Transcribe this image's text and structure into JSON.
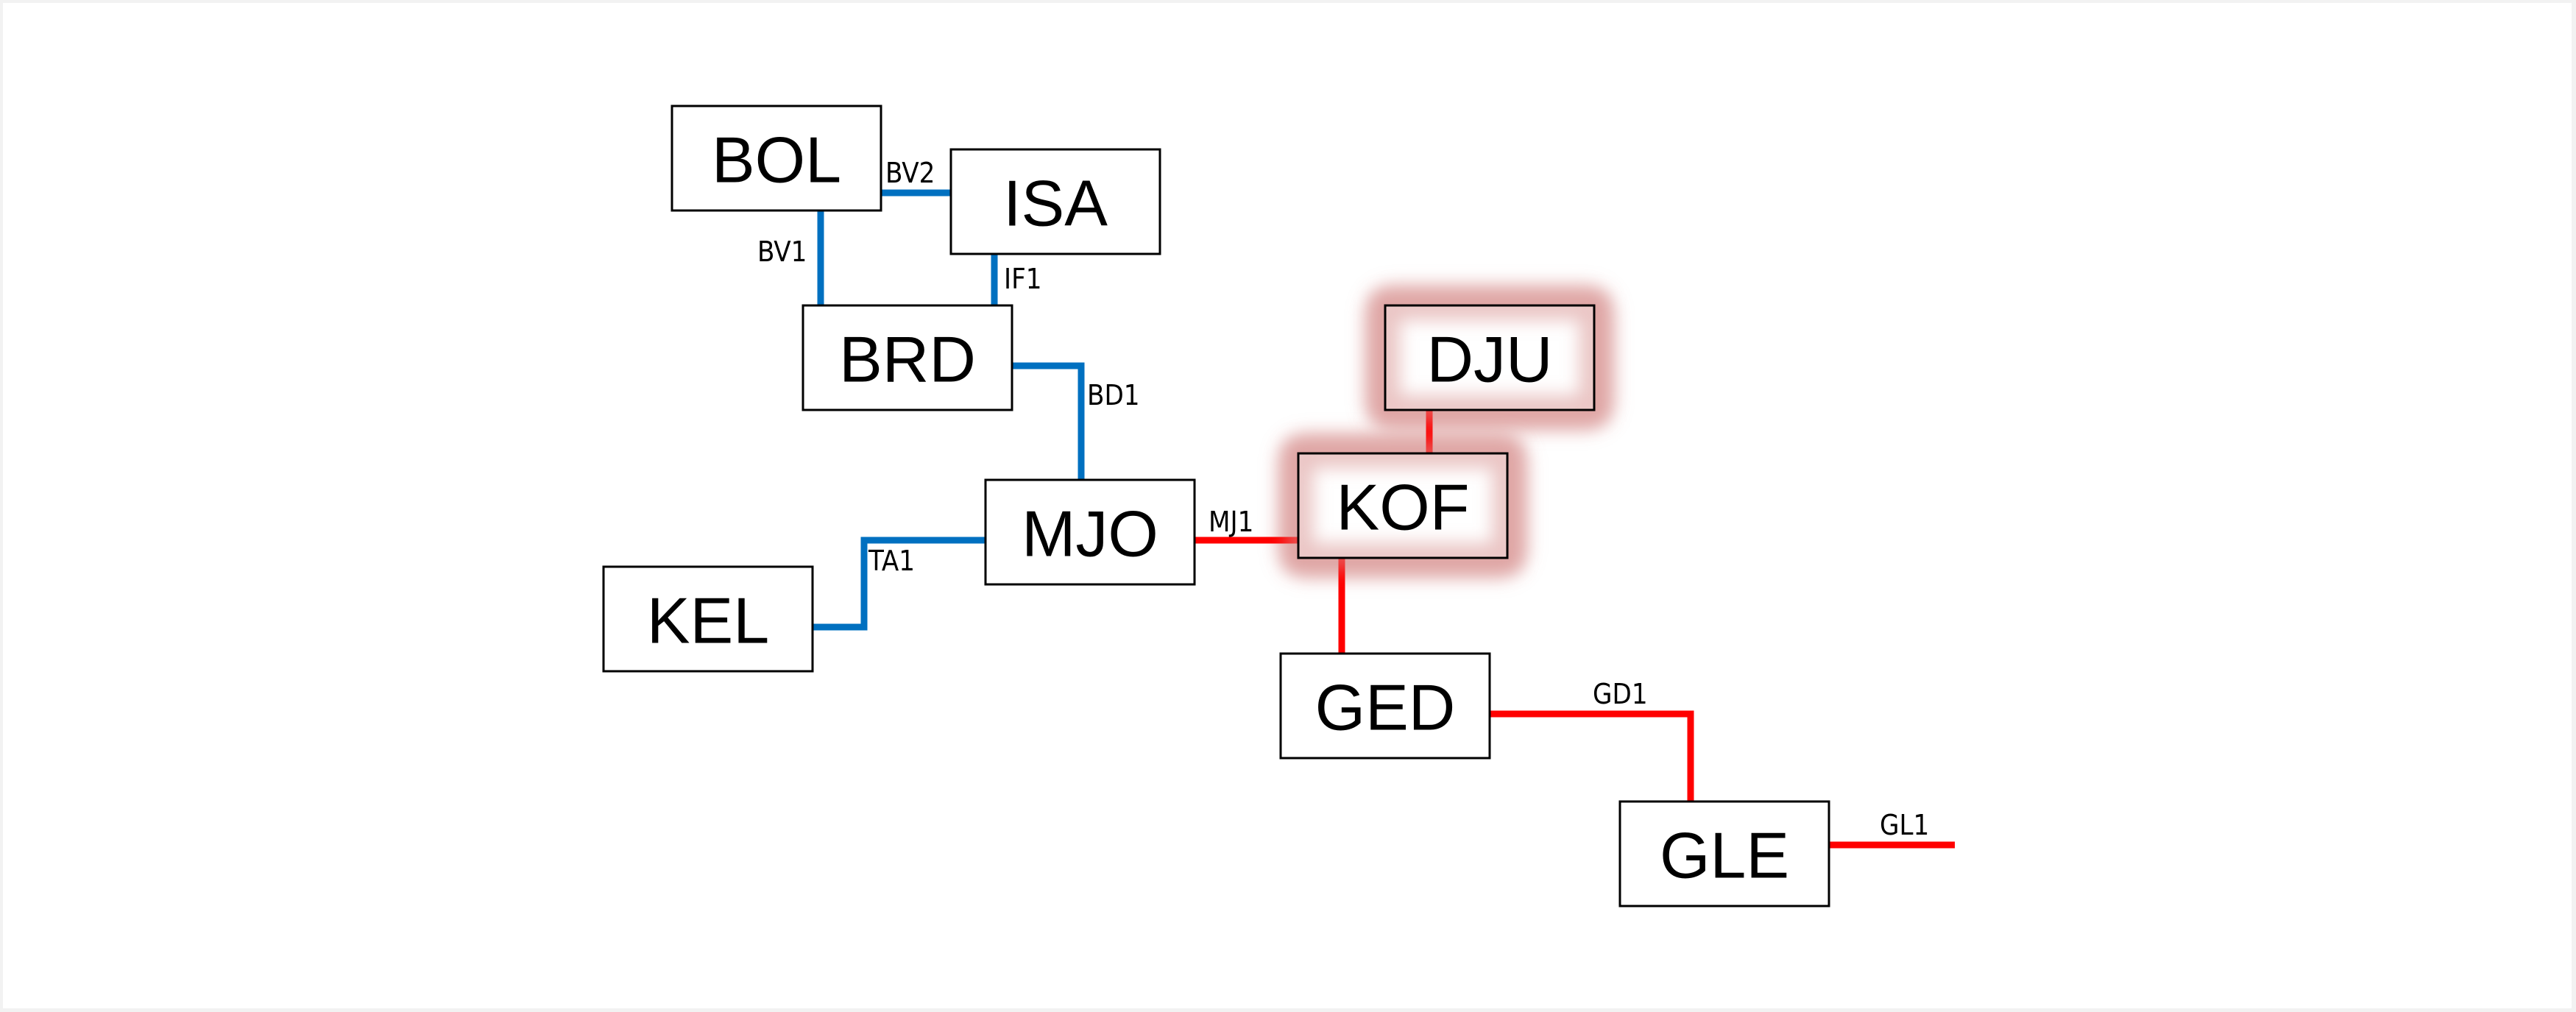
{
  "diagram": {
    "type": "network-topology",
    "colors": {
      "normal_link": "#0070c0",
      "alarm_link": "#ff0000",
      "highlight_glow": "#d99694",
      "node_border": "#000000",
      "node_fill": "#ffffff"
    },
    "nodes": [
      {
        "id": "BOL",
        "label": "BOL",
        "highlighted": false
      },
      {
        "id": "ISA",
        "label": "ISA",
        "highlighted": false
      },
      {
        "id": "BRD",
        "label": "BRD",
        "highlighted": false
      },
      {
        "id": "DJU",
        "label": "DJU",
        "highlighted": true
      },
      {
        "id": "KOF",
        "label": "KOF",
        "highlighted": true
      },
      {
        "id": "MJO",
        "label": "MJO",
        "highlighted": false
      },
      {
        "id": "KEL",
        "label": "KEL",
        "highlighted": false
      },
      {
        "id": "GED",
        "label": "GED",
        "highlighted": false
      },
      {
        "id": "GLE",
        "label": "GLE",
        "highlighted": false
      }
    ],
    "links": [
      {
        "id": "BV2",
        "label": "BV2",
        "from": "BOL",
        "to": "ISA",
        "status": "normal"
      },
      {
        "id": "BV1",
        "label": "BV1",
        "from": "BOL",
        "to": "BRD",
        "status": "normal"
      },
      {
        "id": "IF1",
        "label": "IF1",
        "from": "ISA",
        "to": "BRD",
        "status": "normal"
      },
      {
        "id": "BD1",
        "label": "BD1",
        "from": "BRD",
        "to": "MJO",
        "status": "normal"
      },
      {
        "id": "TA1",
        "label": "TA1",
        "from": "KEL",
        "to": "MJO",
        "status": "normal"
      },
      {
        "id": "MJ1",
        "label": "MJ1",
        "from": "MJO",
        "to": "KOF",
        "status": "alarm"
      },
      {
        "id": "DJU-KOF",
        "label": "",
        "from": "DJU",
        "to": "KOF",
        "status": "alarm"
      },
      {
        "id": "KOF-GED",
        "label": "",
        "from": "KOF",
        "to": "GED",
        "status": "alarm"
      },
      {
        "id": "GD1",
        "label": "GD1",
        "from": "GED",
        "to": "GLE",
        "status": "alarm"
      },
      {
        "id": "GL1",
        "label": "GL1",
        "from": "GLE",
        "to": "",
        "status": "alarm"
      }
    ]
  }
}
